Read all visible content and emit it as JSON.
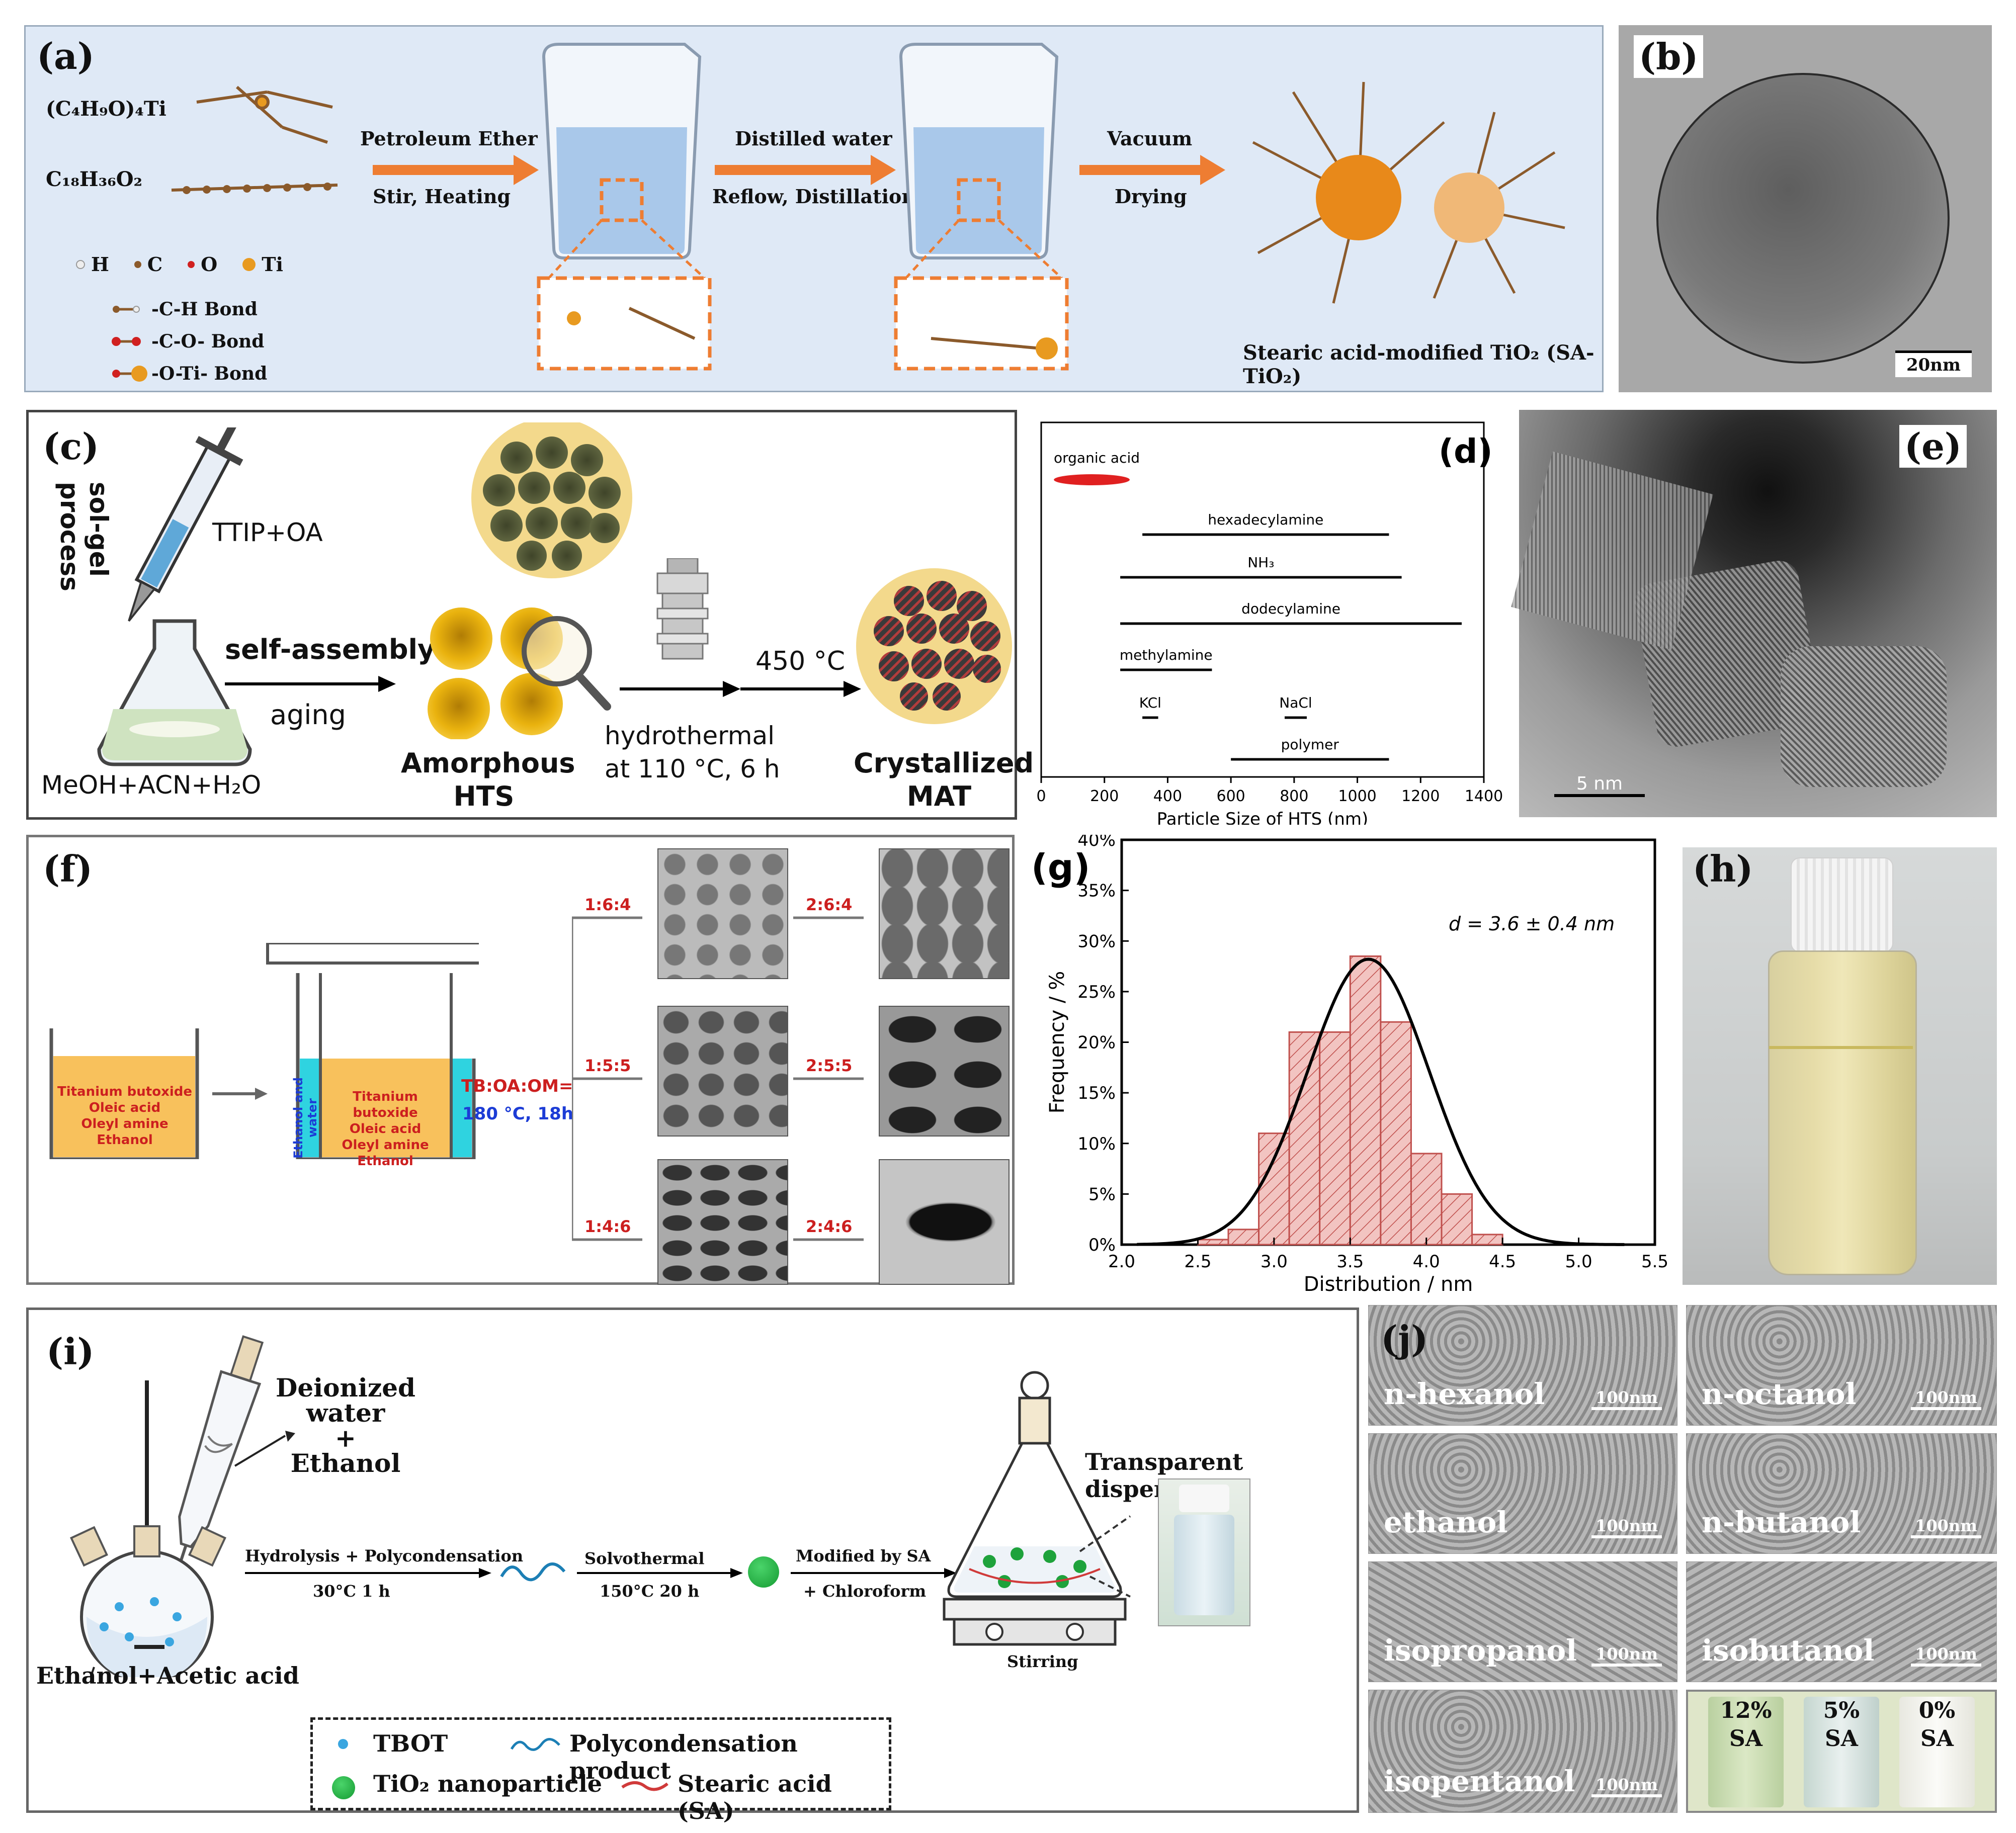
{
  "panels": {
    "a": {
      "label": "(a)",
      "reagent_1": "(C₄H₉O)₄Ti",
      "reagent_2": "C₁₈H₃₆O₂",
      "step1_top": "Petroleum Ether",
      "step1_bottom": "Stir, Heating",
      "step2_top": "Distilled water",
      "step2_bottom": "Reflow, Distillation",
      "step3_top": "Vacuum",
      "step3_bottom": "Drying",
      "legend_atoms": [
        "H",
        "C",
        "O",
        "Ti"
      ],
      "legend_bonds": [
        "-C-H Bond",
        "-C-O- Bond",
        "-O-Ti- Bond"
      ],
      "product": "Stearic acid-modified TiO₂ (SA-TiO₂)"
    },
    "b": {
      "label": "(b)",
      "scale": "20nm"
    },
    "c": {
      "label": "(c)",
      "side_label": "sol-gel process",
      "syringe": "TTIP+OA",
      "solvent": "MeOH+ACN+H₂O",
      "arrow1_top": "self-assembly",
      "arrow1_bottom": "aging",
      "stage1": [
        "Amorphous",
        "HTS"
      ],
      "hydrothermal": [
        "hydrothermal",
        "at 110 °C, 6 h"
      ],
      "calcination": "450 °C",
      "stage2": [
        "Crystallized",
        "MAT"
      ]
    },
    "e": {
      "label": "(e)",
      "scale": "5 nm"
    },
    "f": {
      "label": "(f)",
      "beaker_text": [
        "Titanium butoxide",
        "Oleic acid",
        "Oleyl amine",
        "Ethanol"
      ],
      "wall_text": "Ethanol and water",
      "ratio_label": "TB:OA:OM=",
      "condition": "180 °C, 18h",
      "ratios_left": [
        "1:6:4",
        "1:5:5",
        "1:4:6"
      ],
      "ratios_right": [
        "2:6:4",
        "2:5:5",
        "2:4:6"
      ]
    },
    "h": {
      "label": "(h)"
    },
    "i": {
      "label": "(i)",
      "funnel": [
        "Deionized water",
        "+",
        "Ethanol"
      ],
      "flask": "Ethanol+Acetic acid",
      "step1_top": "Hydrolysis + Polycondensation",
      "step1_bottom": "30°C  1 h",
      "step2_top": "Solvothermal",
      "step2_bottom": "150°C  20 h",
      "step3_top": "Modified by SA",
      "step3_bottom": "+ Chloroform",
      "stirring": "Stirring",
      "dispersion": "Transparent dispersion",
      "legend": [
        "TBOT",
        "Polycondensation product",
        "TiO₂ nanoparticle",
        "Stearic acid (SA)"
      ]
    },
    "j": {
      "label": "(j)",
      "tiles": [
        "n-hexanol",
        "n-octanol",
        "ethanol",
        "n-butanol",
        "isopropanol",
        "isobutanol",
        "isopentanol"
      ],
      "scale": "100nm",
      "vials": [
        "12%",
        "SA",
        "5%",
        "SA",
        "0%",
        "SA"
      ]
    }
  },
  "colors": {
    "arrow_orange": "#ee7d32",
    "panel_a_bg": "#dfe9f6",
    "hts_yellow": "#e9b20e",
    "red_text": "#cc1f1f",
    "blue_text": "#1c3cd6",
    "beaker_fill": "#f8c15c",
    "water_cyan": "#2fd3e0",
    "bar_fill": "#f2c4c1",
    "bar_edge": "#c0504d"
  },
  "chart_data": [
    {
      "type": "range",
      "panel_label": "(d)",
      "xlabel": "Particle Size of HTS (nm)",
      "xlim": [
        0,
        1400
      ],
      "xticks": [
        0,
        200,
        400,
        600,
        800,
        1000,
        1200,
        1400
      ],
      "series": [
        {
          "name": "organic acid",
          "range": [
            40,
            280
          ]
        },
        {
          "name": "hexadecylamine",
          "range": [
            320,
            1100
          ]
        },
        {
          "name": "NH₃",
          "range": [
            250,
            1140
          ]
        },
        {
          "name": "dodecylamine",
          "range": [
            250,
            1330
          ]
        },
        {
          "name": "methylamine",
          "range": [
            250,
            540
          ]
        },
        {
          "name": "KCl",
          "range": [
            320,
            370
          ]
        },
        {
          "name": "NaCl",
          "range": [
            770,
            840
          ]
        },
        {
          "name": "polymer",
          "range": [
            600,
            1100
          ]
        }
      ]
    },
    {
      "type": "bar",
      "panel_label": "(g)",
      "xlabel": "Distribution / nm",
      "ylabel": "Frequency / %",
      "annotation": "d = 3.6 ± 0.4 nm",
      "xlim": [
        2.0,
        5.5
      ],
      "ylim": [
        0,
        40
      ],
      "xticks": [
        "2.0",
        "2.5",
        "3.0",
        "3.5",
        "4.0",
        "4.5",
        "5.0",
        "5.5"
      ],
      "yticks": [
        "0%",
        "5%",
        "10%",
        "15%",
        "20%",
        "25%",
        "30%",
        "35%",
        "40%"
      ],
      "bin_width": 0.2,
      "bin_centers": [
        2.6,
        2.8,
        3.0,
        3.2,
        3.4,
        3.6,
        3.8,
        4.0,
        4.2,
        4.4,
        4.6,
        4.8,
        5.0
      ],
      "values": [
        0.5,
        1.5,
        11,
        21,
        21,
        28.5,
        22,
        9,
        5,
        1,
        0,
        0,
        0
      ],
      "fit": {
        "mean": 3.62,
        "sigma": 0.4,
        "peak": 28.2
      }
    }
  ]
}
